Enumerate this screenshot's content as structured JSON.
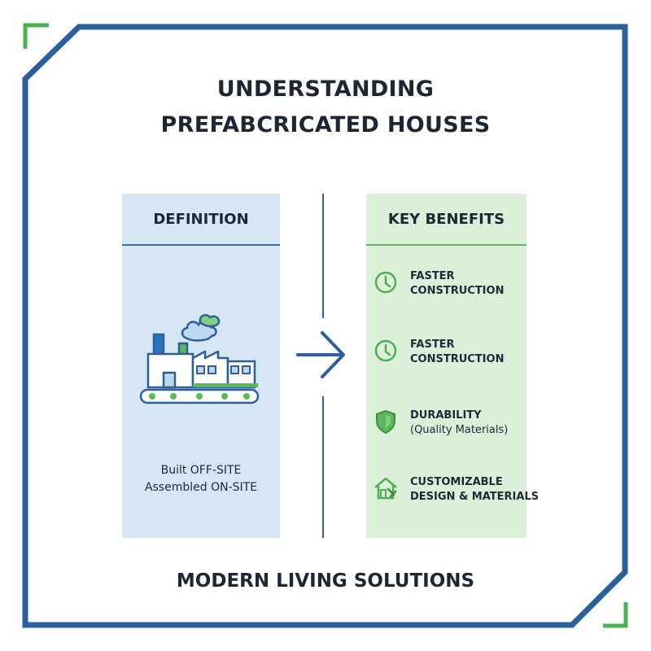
{
  "title": {
    "line1": "UNDERSTANDING",
    "line2": "PREFABCRICATED HOUSES"
  },
  "definition": {
    "heading": "DEFINITION",
    "line1": "Built OFF-SITE",
    "line2": "Assembled ON-SITE",
    "icon": "factory-conveyor-icon"
  },
  "benefits": {
    "heading": "KEY BENEFITS",
    "items": [
      {
        "icon": "clock-icon",
        "line1": "FASTER",
        "line2": "CONSTRUCTION"
      },
      {
        "icon": "clock-icon",
        "line1": "FASTER",
        "line2": "CONSTRUCTION"
      },
      {
        "icon": "shield-icon",
        "line1": "DURABILITY",
        "line2": "(Quality Materials)"
      },
      {
        "icon": "house-tools-icon",
        "line1": "CUSTOMIZABLE",
        "line2": "DESIGN & MATERIALS"
      }
    ]
  },
  "footer": "MODERN LIVING SOLUTIONS",
  "colors": {
    "frame": "#2f5f9a",
    "accent": "#4caf50",
    "left_panel": "#d6e6f4",
    "right_panel": "#dcefd9"
  }
}
